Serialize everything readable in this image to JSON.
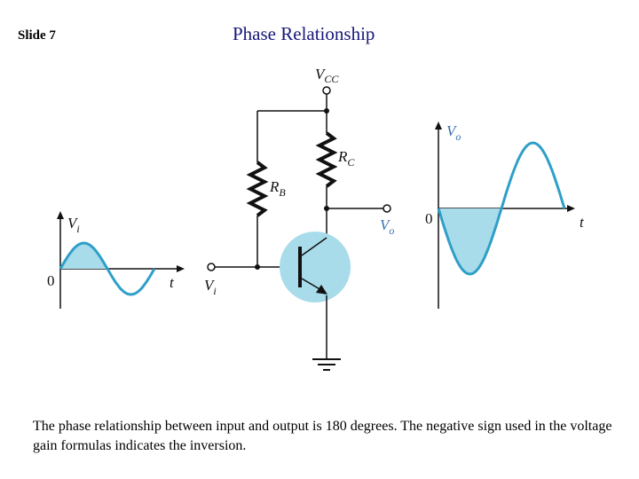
{
  "slide": {
    "number_label": "Slide 7",
    "title": "Phase Relationship",
    "caption": "The phase relationship between input and output is 180 degrees. The negative sign used in the voltage gain formulas indicates the inversion."
  },
  "circuit": {
    "vcc_label": "V",
    "vcc_sub": "CC",
    "rc_label": "R",
    "rc_sub": "C",
    "rb_label": "R",
    "rb_sub": "B",
    "vo_terminal_label": "V",
    "vo_terminal_sub": "o",
    "vi_terminal_label": "V",
    "vi_terminal_sub": "i"
  },
  "input_plot": {
    "y_label": "V",
    "y_sub": "i",
    "origin_label": "0",
    "t_label": "t",
    "phase_deg": 0
  },
  "output_plot": {
    "y_label": "V",
    "y_sub": "o",
    "origin_label": "0",
    "t_label": "t",
    "phase_deg": 180
  },
  "colors": {
    "wave_fill": "#a8dcea",
    "wave_stroke": "#2f9fc8",
    "transistor_circle": "#a8dcea",
    "title": "#17177a",
    "italic_label": "#3a6fb0"
  }
}
